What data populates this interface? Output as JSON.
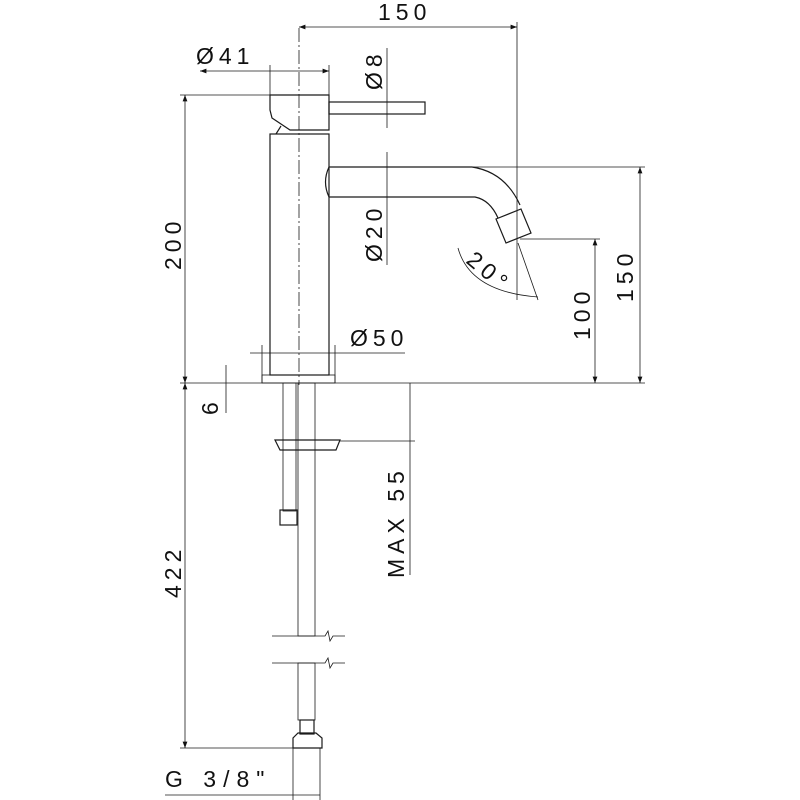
{
  "drawing": {
    "dimensions": {
      "spout_reach": "150",
      "handle_diameter": "Ø41",
      "lever_diameter": "Ø8",
      "spout_diameter": "Ø20",
      "base_diameter": "Ø50",
      "total_height": "200",
      "outlet_angle": "20°",
      "outlet_height": "100",
      "spout_height": "150",
      "base_thickness": "6",
      "max_deck_thickness": "MAX 55",
      "hose_length": "422",
      "connection_thread": "G 3/8\""
    },
    "colors": {
      "line": "#1a1a1a",
      "background": "#ffffff"
    }
  }
}
